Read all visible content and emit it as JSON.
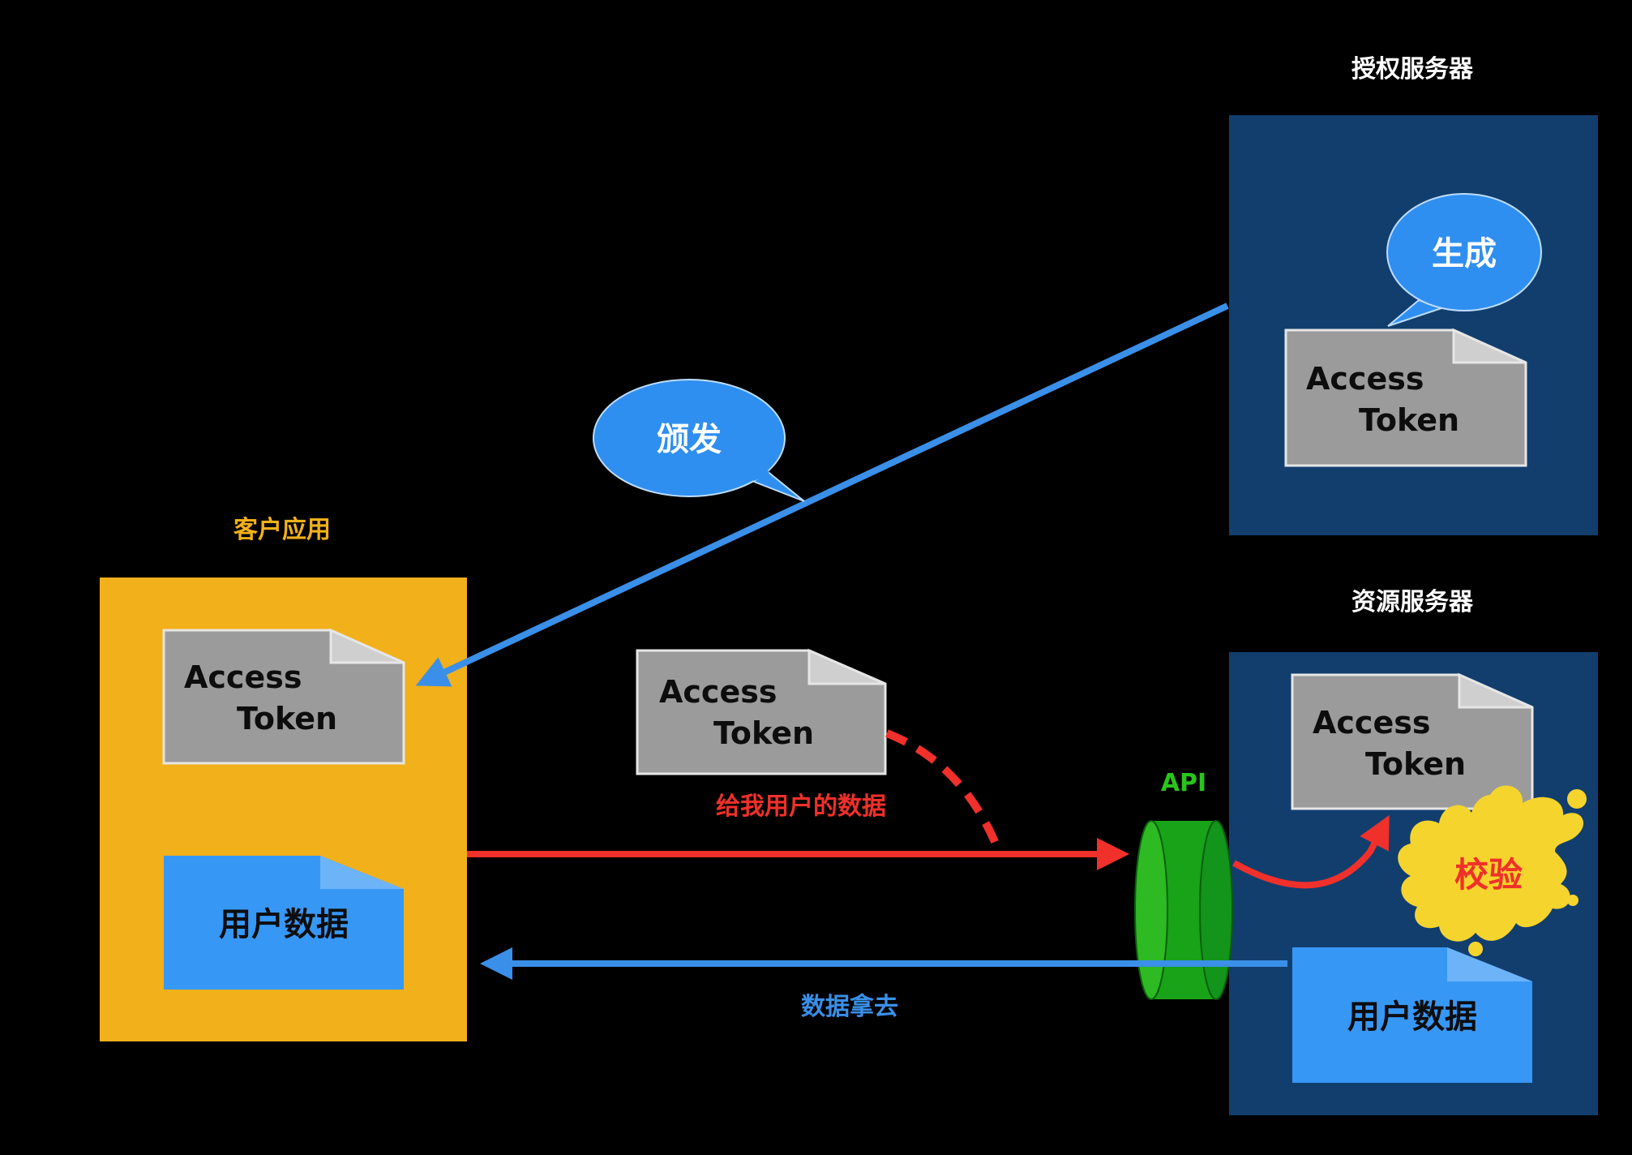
{
  "labels": {
    "auth_server": "授权服务器",
    "resource_server": "资源服务器",
    "client_app": "客户应用",
    "generate": "生成",
    "issue": "颁发",
    "give_me_user_data": "给我用户的数据",
    "take_data": "数据拿去",
    "api": "API",
    "verify": "校验"
  },
  "token": {
    "line1": "Access",
    "line2": "Token"
  },
  "user_data": "用户数据",
  "colors": {
    "background": "#000000",
    "server_box": "#123E6E",
    "client_box": "#F2B01A",
    "token_doc": "#9B9B9B",
    "user_data_doc": "#3797F5",
    "bubble": "#2F8FF0",
    "request_arrow": "#F0302A",
    "response_arrow": "#3A8FE8",
    "api_cylinder": "#18A318",
    "verify_splat": "#F5D42E"
  }
}
